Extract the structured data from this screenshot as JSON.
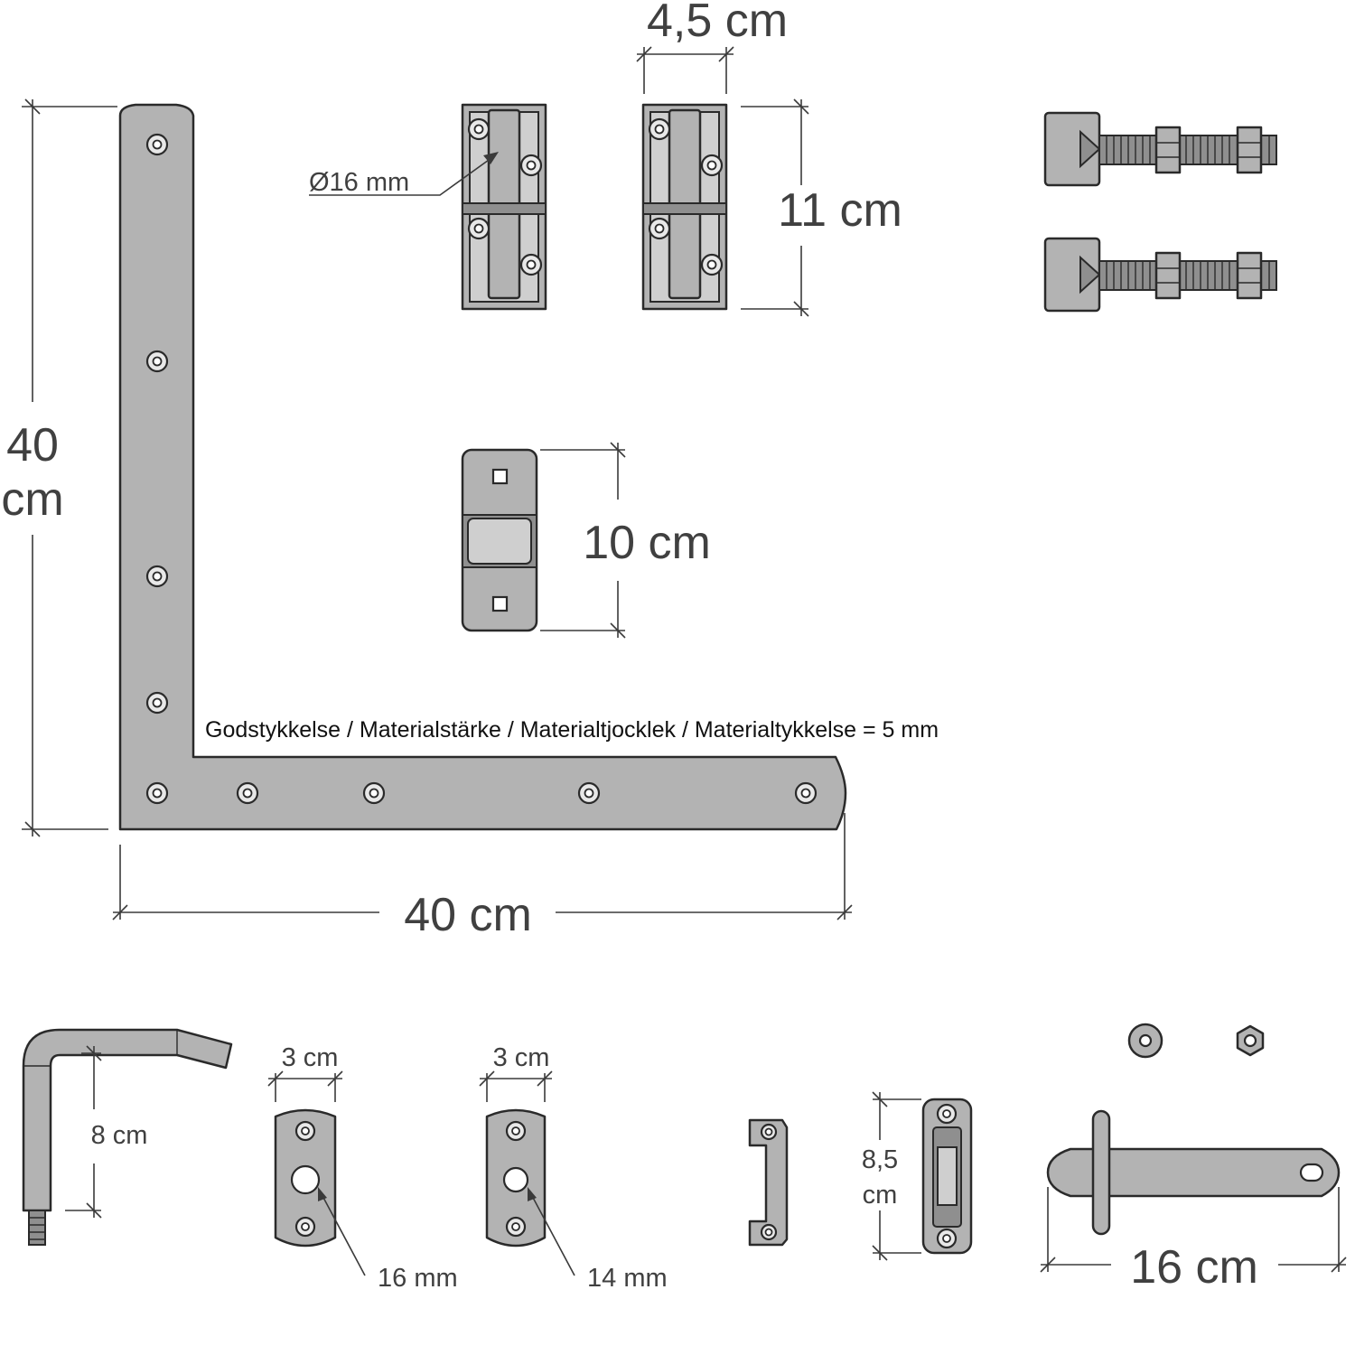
{
  "dimensions": {
    "hinge_width": "4,5 cm",
    "hinge_height": "11 cm",
    "pin_diameter": "Ø16 mm",
    "bracket_height_line1": "40",
    "bracket_height_line2": "cm",
    "bracket_width": "40 cm",
    "keeper_height": "10 cm",
    "hook_height": "8 cm",
    "plate_a_width": "3 cm",
    "plate_a_hole": "16 mm",
    "plate_b_width": "3 cm",
    "plate_b_hole": "14 mm",
    "latch_catch_height_line1": "8,5",
    "latch_catch_height_line2": "cm",
    "bolt_length": "16 cm"
  },
  "note": "Godstykkelse / Materialstärke / Materialtjocklek / Materialtykkelse = 5 mm",
  "colors": {
    "metal": "#b3b3b3",
    "outline": "#2a2a2a",
    "label": "#404040"
  }
}
